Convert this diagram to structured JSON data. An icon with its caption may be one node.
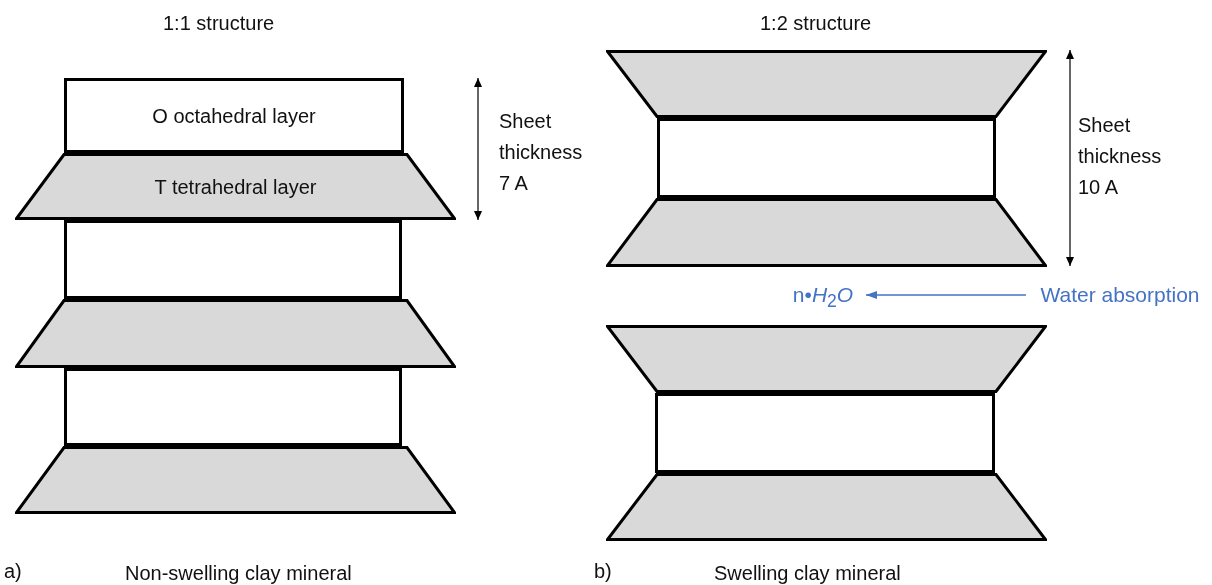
{
  "diagram": {
    "nodes": [
      {
        "text": [
          "O octahedral layer"
        ]
      },
      {
        "text": [
          "T tetrahedral layer"
        ]
      },
      {
        "text": [],
        "shape": "box"
      },
      {
        "text": [],
        "shape": "trapezoid"
      },
      {
        "text": [],
        "shape": "box"
      },
      {
        "text": [],
        "shape": "trapezoid"
      },
      {
        "text": [],
        "shape": "trapezoid"
      },
      {
        "text": [],
        "shape": "box"
      },
      {
        "text": [],
        "shape": "trapezoid"
      },
      {
        "text": [
          "n•*H*$_{2}$*O*"
        ]
      },
      {
        "text": [
          "Water absorption"
        ]
      },
      {
        "text": [],
        "shape": "trapezoid"
      },
      {
        "text": [],
        "shape": "box"
      },
      {
        "text": [],
        "shape": "trapezoid"
      }
    ],
    "edges": [
      {
        "from": 10,
        "to": 9,
        "arrow": "to"
      }
    ],
    "labels": [
      "1:1 structure",
      "1:2 structure",
      "Sheet thickness 7 A",
      "Sheet thickness 10 A",
      "a)",
      "Non-swelling clay mineral",
      "b)",
      "Swelling clay mineral"
    ]
  }
}
